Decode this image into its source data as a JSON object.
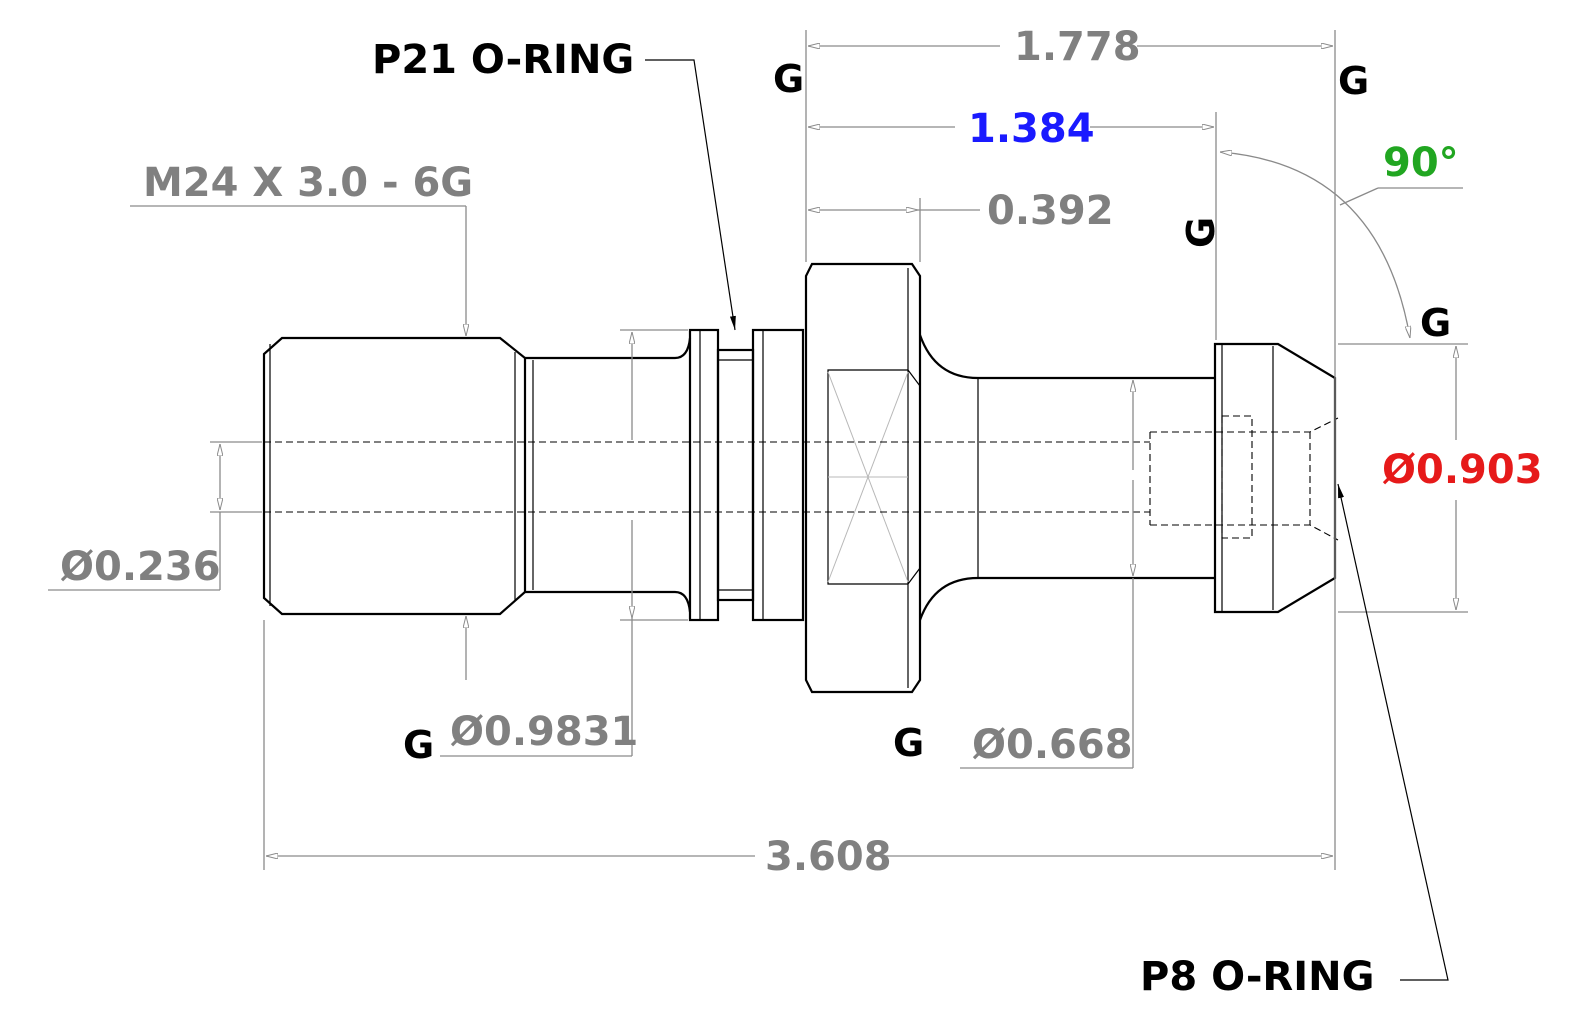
{
  "labels": {
    "p21_oring": "P21 O-RING",
    "p8_oring": "P8 O-RING",
    "thread": "M24 X 3.0 - 6G"
  },
  "dimensions": {
    "overall_length": "3.608",
    "gauge_to_end": "1.778",
    "flange_to_head": "1.384",
    "flange_width": "0.392",
    "angle": "90°",
    "bore_dia": "Ø0.236",
    "shank_dia": "Ø0.9831",
    "neck_dia": "Ø0.668",
    "head_dia": "Ø0.903"
  },
  "gauge_marks": [
    "G",
    "G",
    "G",
    "G",
    "G",
    "G"
  ],
  "colors": {
    "flange_to_head": "#1a1aff",
    "angle": "#21a621",
    "head_dia": "#e61a1a",
    "dimension_text": "#808080"
  }
}
